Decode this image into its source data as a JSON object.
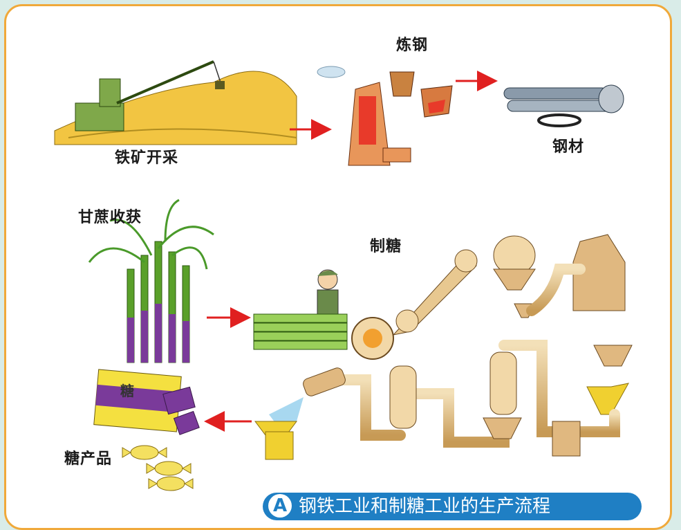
{
  "labels": {
    "iron_mining": "铁矿开采",
    "steelmaking": "炼钢",
    "steel": "钢材",
    "sugarcane_harvest": "甘蔗收获",
    "sugar_making": "制糖",
    "sugar_products": "糖产品"
  },
  "caption": {
    "badge": "A",
    "text": "钢铁工业和制糖工业的生产流程"
  },
  "colors": {
    "frame_border": "#f0a93a",
    "arrow": "#e02020",
    "caption_bg": "#1f7fc4",
    "pipe": "#d9b880",
    "sugar_purple": "#7a3a9a",
    "cane_green": "#4a9a2a"
  },
  "sugar_bag_glyph": "糖"
}
